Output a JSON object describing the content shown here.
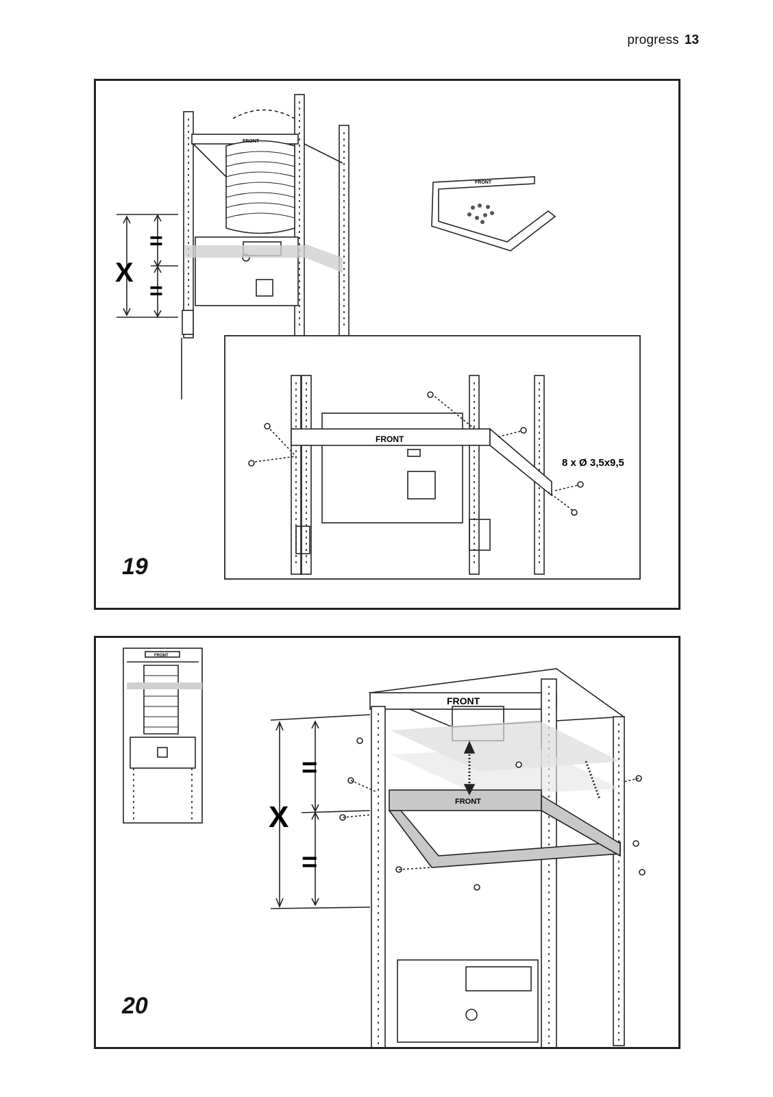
{
  "header": {
    "brand": "progress",
    "page_number": "13"
  },
  "figure19": {
    "number": "19",
    "x_label": "X",
    "equal_label": "=",
    "front_label": "FRONT",
    "screw_spec": "8 x Ø 3,5x9,5"
  },
  "figure20": {
    "number": "20",
    "x_label": "X",
    "equal_label": "=",
    "front_label": "FRONT"
  }
}
